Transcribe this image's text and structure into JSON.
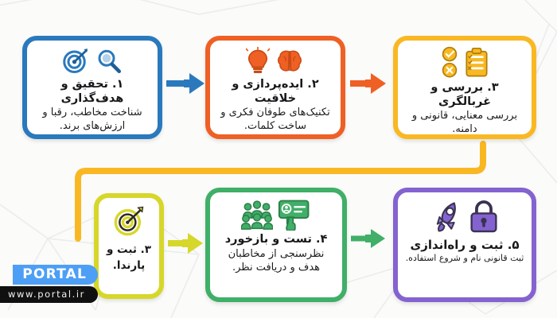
{
  "background": {
    "color": "#fbfbfa",
    "pattern": "faint-polygon-network-lines",
    "line_color": "#ececec"
  },
  "theme": {
    "card_background": "#ffffff",
    "text_color": "#18181b"
  },
  "flow": {
    "direction": "left-to-right-then-wrap",
    "steps_total": 6
  },
  "cards": [
    {
      "id": "step-1",
      "number": "۱.",
      "title": "۱. تحقیق و هدف‌گذاری",
      "subtitle": "شناخت مخاطب، رقبا و ارزش‌های برند.",
      "color": "#2a79bd",
      "icons": [
        "magnifier-icon",
        "target-icon"
      ]
    },
    {
      "id": "step-2",
      "number": "۲.",
      "title": "۲. ایده‌پردازی و خلاقیت",
      "subtitle": "تکنیک‌های طوفان فکری و ساخت کلمات.",
      "color": "#ef6024",
      "icons": [
        "brain-icon",
        "lightbulb-icon"
      ]
    },
    {
      "id": "step-3",
      "number": "۳.",
      "title": "۳. بررسی و غربالگری",
      "subtitle": "بررسی معنایی، قانونی و دامنه.",
      "color": "#f9b823",
      "icons": [
        "checklist-clipboard-icon",
        "check-circle-icon",
        "cross-circle-icon"
      ]
    },
    {
      "id": "step-4",
      "number": "۳.",
      "title": "۳. ثبت و پارندا.",
      "subtitle": "",
      "color": "#d6d72a",
      "icons": [
        "target-icon"
      ]
    },
    {
      "id": "step-5",
      "number": "۴.",
      "title": "۴. تست و بازخورد",
      "subtitle": "نظرسنجی از مخاطبان هدف و دریافت نظر.",
      "color": "#40af68",
      "icons": [
        "feedback-bubble-icon",
        "audience-group-icon"
      ]
    },
    {
      "id": "step-6",
      "number": "۵.",
      "title": "۵. ثبت و راه‌اندازی",
      "subtitle": "ثبت قانونی نام و شروع استفاده.",
      "color": "#8463d0",
      "icons": [
        "padlock-icon",
        "rocket-icon"
      ]
    }
  ],
  "connectors": [
    {
      "id": "arrow-1-2",
      "name": "arrow-right-icon",
      "color": "#2a79bd",
      "from": "step-1",
      "to": "step-2"
    },
    {
      "id": "arrow-2-3",
      "name": "arrow-right-icon",
      "color": "#ef6024",
      "from": "step-2",
      "to": "step-3"
    },
    {
      "id": "elbow-3-4",
      "name": "elbow-connector",
      "color": "#f9b823",
      "from": "step-3",
      "to": "step-4"
    },
    {
      "id": "arrow-4-5",
      "name": "arrow-right-icon",
      "color": "#d6d72a",
      "from": "step-4",
      "to": "step-5"
    },
    {
      "id": "arrow-5-6",
      "name": "arrow-right-icon",
      "color": "#40af68",
      "from": "step-5",
      "to": "step-6"
    }
  ],
  "watermark": {
    "brand": "PORTAL",
    "url": "www.portal.ir",
    "brand_bg": "#4d9ff5",
    "url_bg": "#101010"
  }
}
